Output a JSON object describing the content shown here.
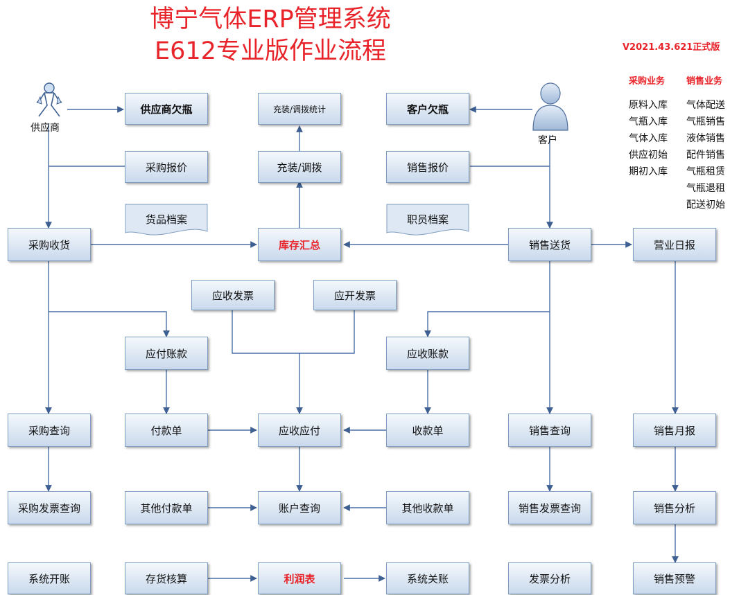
{
  "title": {
    "line1": "博宁气体ERP管理系统",
    "line2": "E612专业版作业流程"
  },
  "version": "V2021.43.621正式版",
  "purchase_ops": {
    "header": "采购业务",
    "items": [
      "原料入库",
      "气瓶入库",
      "气体入库",
      "供应初始",
      "期初入库"
    ]
  },
  "sales_ops": {
    "header": "销售业务",
    "items": [
      "气体配送",
      "气瓶销售",
      "液体销售",
      "配件销售",
      "气瓶租赁",
      "气瓶退租",
      "配送初始"
    ]
  },
  "actors": {
    "supplier": "供应商",
    "customer": "客户"
  },
  "boxes": {
    "supplier_debt": "供应商欠瓶",
    "fill_stats": "充装/调拨统计",
    "customer_debt": "客户欠瓶",
    "purchase_quote": "采购报价",
    "fill_transfer": "充装/调拨",
    "sales_quote": "销售报价",
    "goods_archive": "货品档案",
    "staff_archive": "职员档案",
    "purchase_receive": "采购收货",
    "inventory_summary": "库存汇总",
    "sales_delivery": "销售送货",
    "daily_report": "营业日报",
    "ar_invoice": "应收发票",
    "ap_invoice": "应开发票",
    "payable": "应付账款",
    "receivable": "应收账款",
    "purchase_query": "采购查询",
    "payment_voucher": "付款单",
    "ar_ap": "应收应付",
    "receipt_voucher": "收款单",
    "sales_query": "销售查询",
    "monthly_report": "销售月报",
    "purchase_invoice_query": "采购发票查询",
    "other_payment": "其他付款单",
    "account_query": "账户查询",
    "other_receipt": "其他收款单",
    "sales_invoice_query": "销售发票查询",
    "sales_analysis": "销售分析",
    "open_account": "系统开账",
    "inventory_costing": "存货核算",
    "profit_statement": "利润表",
    "close_account": "系统关账",
    "invoice_analysis": "发票分析",
    "sales_warning": "销售预警"
  }
}
